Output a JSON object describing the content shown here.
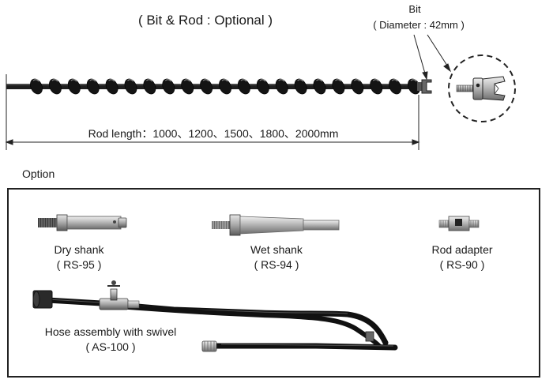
{
  "title": "( Bit & Rod : Optional )",
  "bit": {
    "label": "Bit",
    "diameter": "( Diameter : 42mm )"
  },
  "rod_length": "Rod length：1000、1200、1500、1800、2000mm",
  "option": {
    "title": "Option",
    "items": [
      {
        "name": "Dry shank",
        "code": "( RS-95 )"
      },
      {
        "name": "Wet shank",
        "code": "( RS-94 )"
      },
      {
        "name": "Rod adapter",
        "code": "( RS-90 )"
      },
      {
        "name": "Hose assembly with swivel",
        "code": "( AS-100 )"
      }
    ]
  }
}
